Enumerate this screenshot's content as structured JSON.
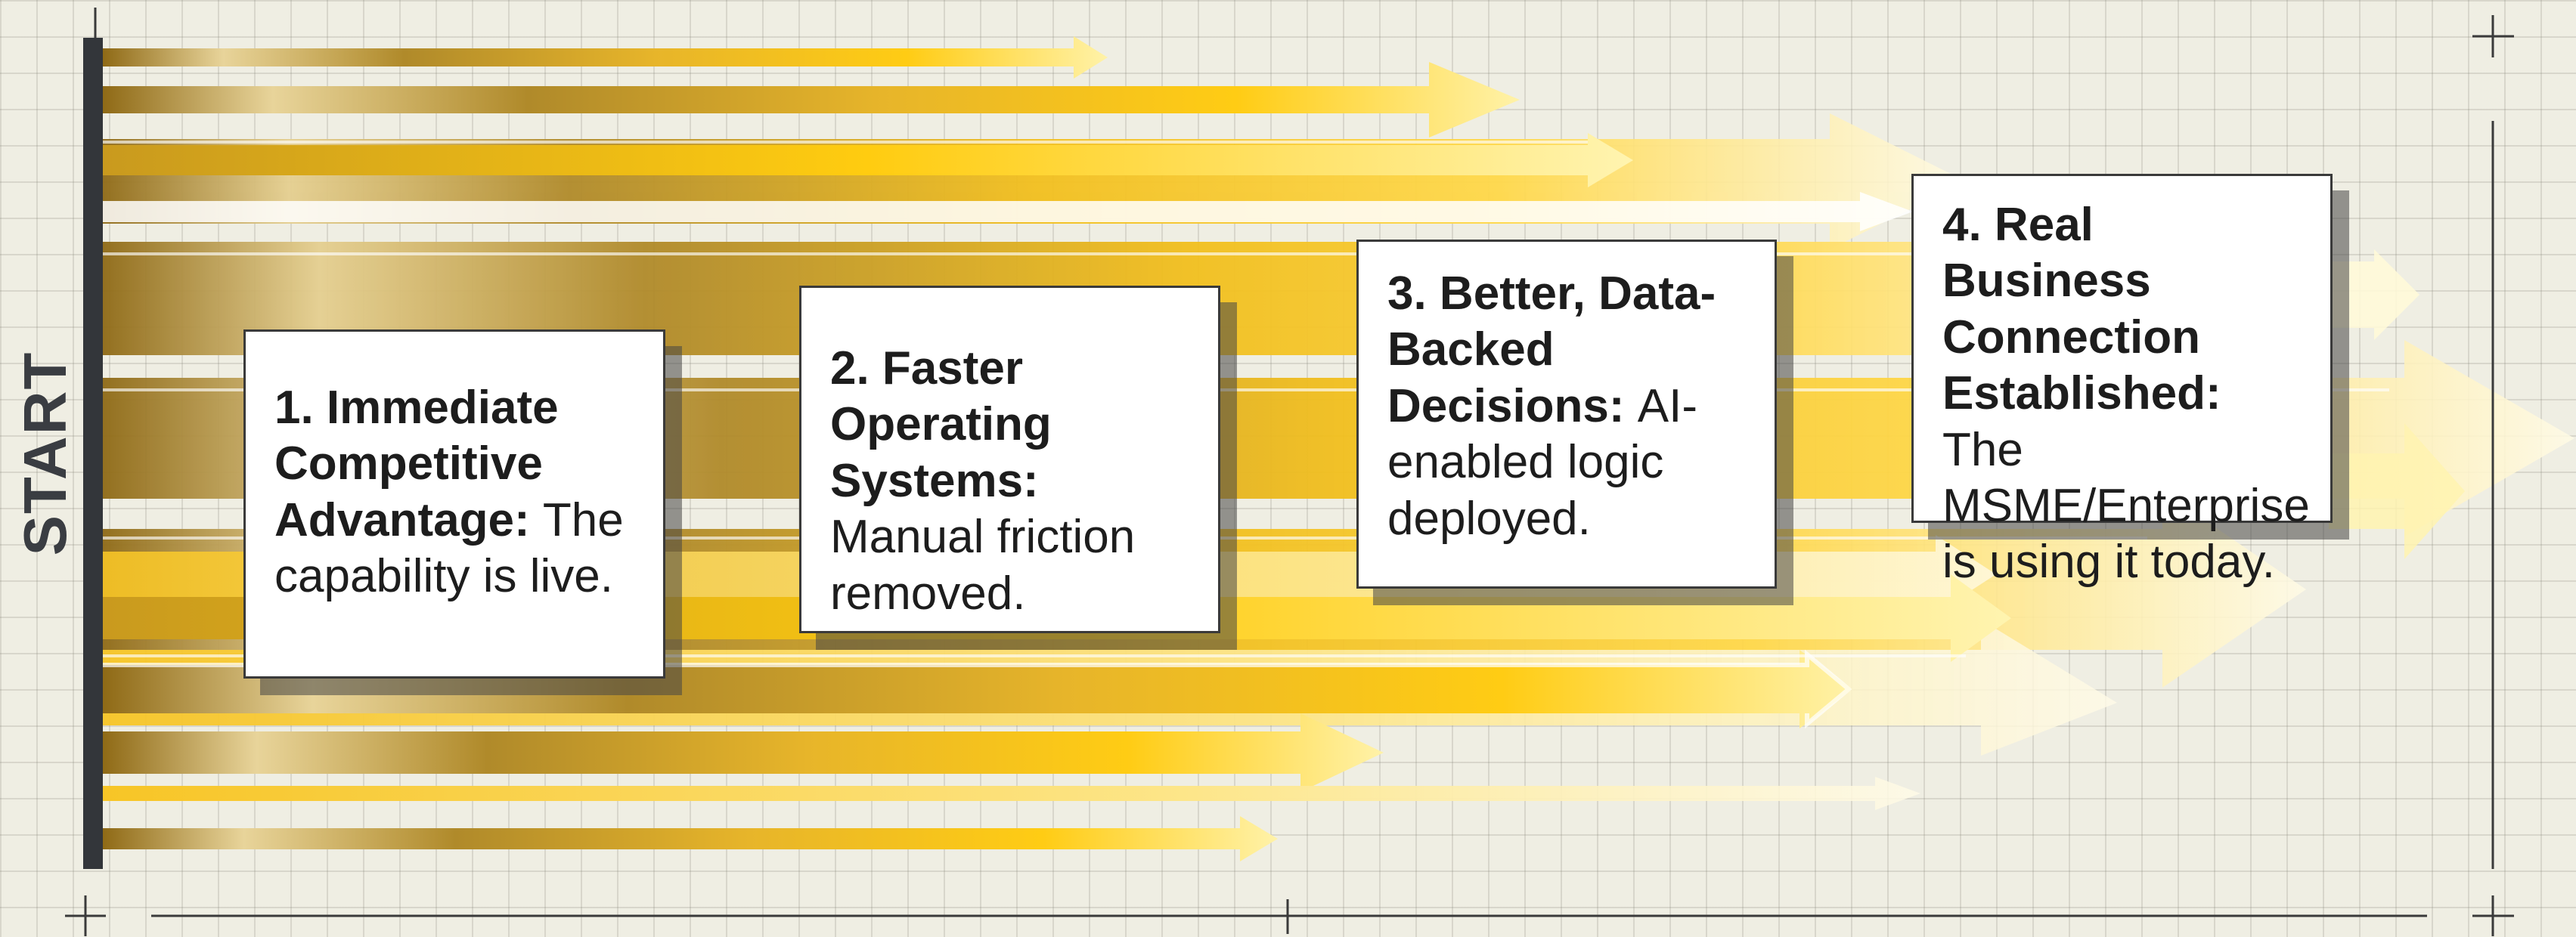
{
  "start_label": "START",
  "cards": [
    {
      "heading": "1. Immediate Competitive Advantage:",
      "body": "The capability is live."
    },
    {
      "heading": "2. Faster Operating Systems:",
      "body": "Manual friction removed."
    },
    {
      "heading": "3. Better, Data-Backed Decisions:",
      "body": "AI-enabled logic deployed."
    },
    {
      "heading": "4. Real Business Connection Established:",
      "body": "The MSME/Enterprise is using it today."
    }
  ],
  "colors": {
    "start_bar": "#33363a",
    "arrow_gold_dark": "#a07a1c",
    "arrow_gold": "#d4aa3a",
    "arrow_yellow": "#ffcc11",
    "arrow_pale": "#fff6c8",
    "card_border": "#3a3a3a"
  },
  "icons": [
    "arrow-right-icon",
    "crosshair-icon"
  ]
}
